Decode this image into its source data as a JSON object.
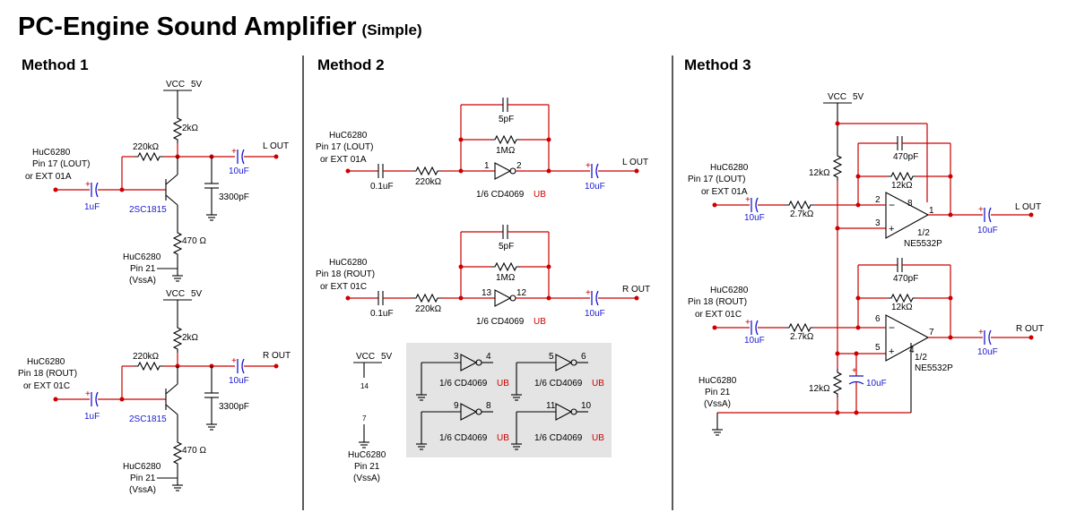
{
  "title": "PC-Engine Sound Amplifier",
  "subtitle": "(Simple)",
  "methods": [
    "Method 1",
    "Method 2",
    "Method 3"
  ],
  "m1": {
    "vcc": "VCC",
    "vcc_v": "5V",
    "r_top": "2kΩ",
    "r_base": "220kΩ",
    "r_emit": "470 Ω",
    "cap_out": "3300pF",
    "cap_in": "1uF",
    "cap_ac": "10uF",
    "transistor": "2SC1815",
    "src_top": [
      "HuC6280",
      "Pin 17 (LOUT)",
      "or EXT 01A"
    ],
    "src_bot": [
      "HuC6280",
      "Pin 18 (ROUT)",
      "or EXT 01C"
    ],
    "gnd": [
      "HuC6280",
      "Pin 21",
      "(VssA)"
    ],
    "out_l": "L OUT",
    "out_r": "R OUT"
  },
  "m2": {
    "cap_fb": "5pF",
    "r_fb": "1MΩ",
    "cap_in": "0.1uF",
    "r_in": "220kΩ",
    "cap_out": "10uF",
    "inv": "1/6 CD4069",
    "inv_suffix": "UB",
    "src_top": [
      "HuC6280",
      "Pin 17 (LOUT)",
      "or EXT 01A"
    ],
    "src_bot": [
      "HuC6280",
      "Pin 18 (ROUT)",
      "or EXT 01C"
    ],
    "out_l": "L OUT",
    "out_r": "R OUT",
    "pins_top": [
      "1",
      "2"
    ],
    "pins_bot": [
      "13",
      "12"
    ],
    "vcc": "VCC",
    "vcc_v": "5V",
    "pin14": "14",
    "pin7": "7",
    "gnd": [
      "HuC6280",
      "Pin 21",
      "(VssA)"
    ],
    "unused": [
      [
        "3",
        "4"
      ],
      [
        "5",
        "6"
      ],
      [
        "9",
        "8"
      ],
      [
        "11",
        "10"
      ]
    ]
  },
  "m3": {
    "vcc": "VCC",
    "vcc_v": "5V",
    "r_bias": "12kΩ",
    "cap_fb": "470pF",
    "r_fb": "12kΩ",
    "r_in": "2.7kΩ",
    "cap_in": "10uF",
    "cap_out": "10uF",
    "cap_bias": "10uF",
    "op_half": "1/2",
    "op_name": "NE5532P",
    "pins_a": [
      "2",
      "3",
      "8",
      "1"
    ],
    "pins_b": [
      "6",
      "5",
      "4",
      "7"
    ],
    "src_top": [
      "HuC6280",
      "Pin 17 (LOUT)",
      "or EXT 01A"
    ],
    "src_bot": [
      "HuC6280",
      "Pin 18 (ROUT)",
      "or EXT 01C"
    ],
    "gnd": [
      "HuC6280",
      "Pin 21",
      "(VssA)"
    ],
    "out_l": "L OUT",
    "out_r": "R OUT"
  }
}
